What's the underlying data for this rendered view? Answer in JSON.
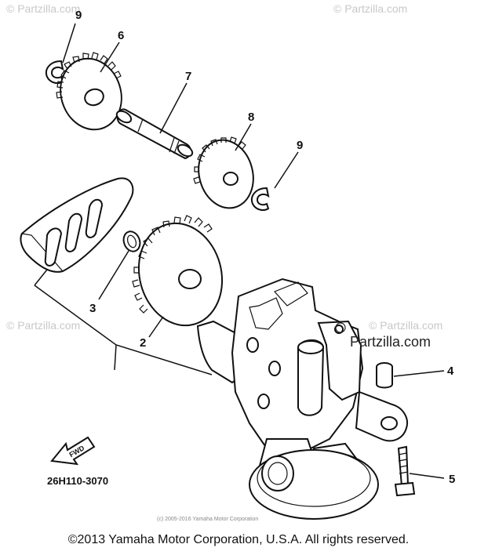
{
  "watermarks": {
    "top_left": "© Partzilla.com",
    "top_right": "© Partzilla.com",
    "mid_left": "© Partzilla.com",
    "mid_right": "© Partzilla.com",
    "body": "Partzilla.com",
    "small_center": "(c) 2005-2016 Yamaha Motor Corporation"
  },
  "callouts": {
    "c9a": "9",
    "c6": "6",
    "c7": "7",
    "c8": "8",
    "c9b": "9",
    "c3": "3",
    "c2": "2",
    "c4": "4",
    "c5": "5"
  },
  "fwd_label": "FWD",
  "diagram_code": "26H110-3070",
  "copyright": "©2013 Yamaha Motor Corporation, U.S.A. All rights reserved."
}
